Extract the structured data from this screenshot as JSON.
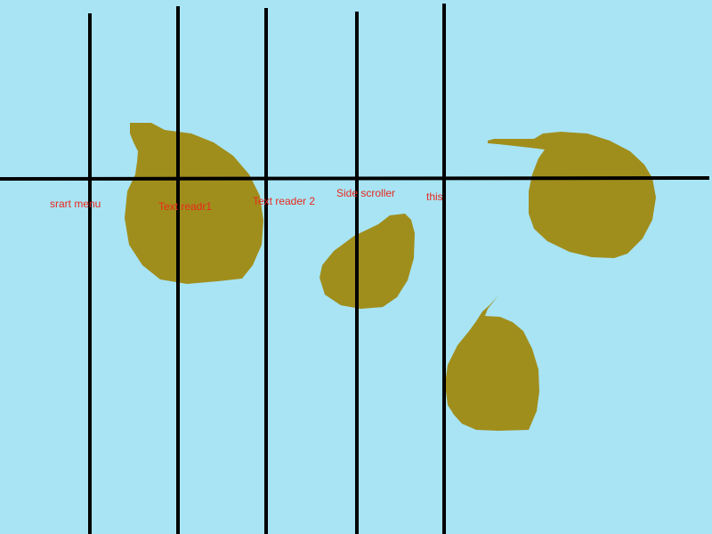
{
  "colors": {
    "background": "#a8e4f4",
    "blob": "#a08e1c",
    "line": "#000000",
    "label": "#e8281c"
  },
  "labels": {
    "start_menu": "srart menu",
    "text_reader_1": "Text readr1",
    "text_reader_2": "Text reader 2",
    "side_scroller": "Side scroller",
    "this": "this"
  }
}
